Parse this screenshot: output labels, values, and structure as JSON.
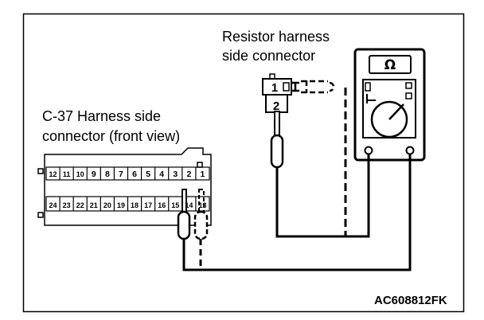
{
  "labels": {
    "resistor_connector_line1": "Resistor harness",
    "resistor_connector_line2": "side connector",
    "harness_connector_line1": "C-37 Harness side",
    "harness_connector_line2": "connector (front view)",
    "figure_code": "AC608812FK"
  },
  "meter": {
    "unit_symbol": "Ω"
  },
  "resistor_connector": {
    "pins": [
      "1",
      "2"
    ]
  },
  "harness_connector": {
    "top_row": [
      "12",
      "11",
      "10",
      "9",
      "8",
      "7",
      "6",
      "5",
      "4",
      "3",
      "2",
      "1"
    ],
    "bottom_row": [
      "24",
      "23",
      "22",
      "21",
      "20",
      "19",
      "18",
      "17",
      "16",
      "15",
      "14",
      "13"
    ]
  }
}
